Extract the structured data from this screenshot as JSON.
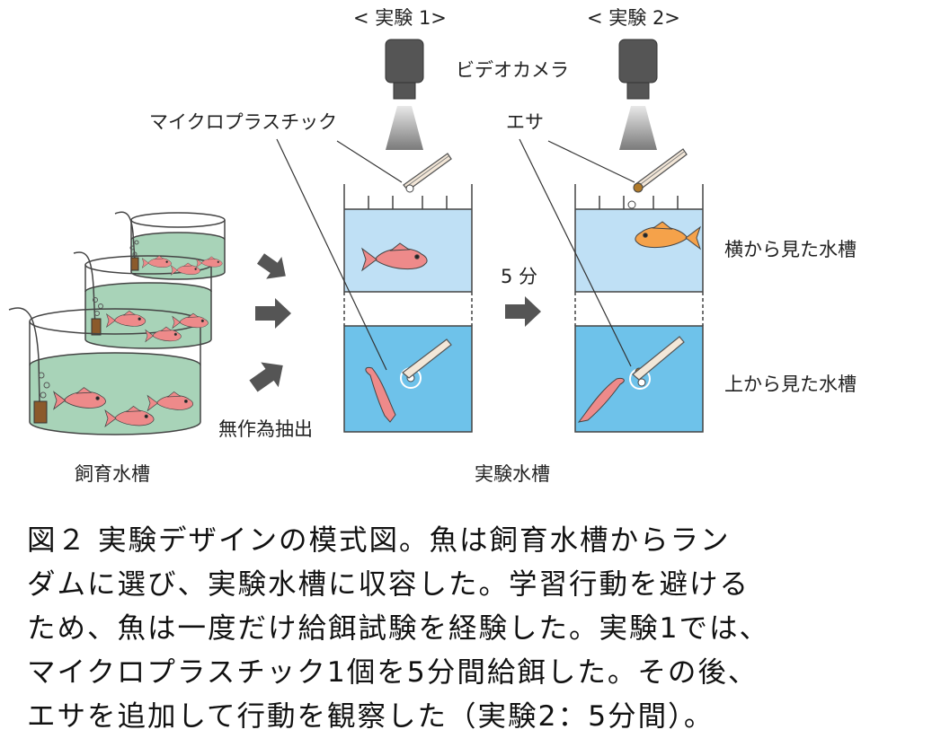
{
  "labels": {
    "experiment1": "< 実験 1>",
    "experiment2": "< 実験 2>",
    "video_camera": "ビデオカメラ",
    "microplastic": "マイクロプラスチック",
    "feed": "エサ",
    "side_view": "横から見た水槽",
    "top_view": "上から見た水槽",
    "five_minutes": "5 分",
    "random_extraction": "無作為抽出",
    "rearing_tank": "飼育水槽",
    "experiment_tank": "実験水槽"
  },
  "caption": {
    "lines": [
      "図２ 実験デザインの模式図。魚は飼育水槽からラン",
      "ダムに選び、実験水槽に収容した。学習行動を避ける",
      "ため、魚は一度だけ給餌試験を経験した。実験1では、",
      "マイクロプラスチック1個を5分間給餌した。その後、",
      "エサを追加して行動を観察した（実験2：5分間）。"
    ]
  },
  "colors": {
    "rearing_water": "#a8d3b8",
    "side_view_water": "#bfe0f5",
    "top_view_water": "#6ec2ea",
    "fish_red": "#ee8a8a",
    "fish_orange": "#f5a24a",
    "camera": "#555555",
    "arrow": "#555555"
  }
}
